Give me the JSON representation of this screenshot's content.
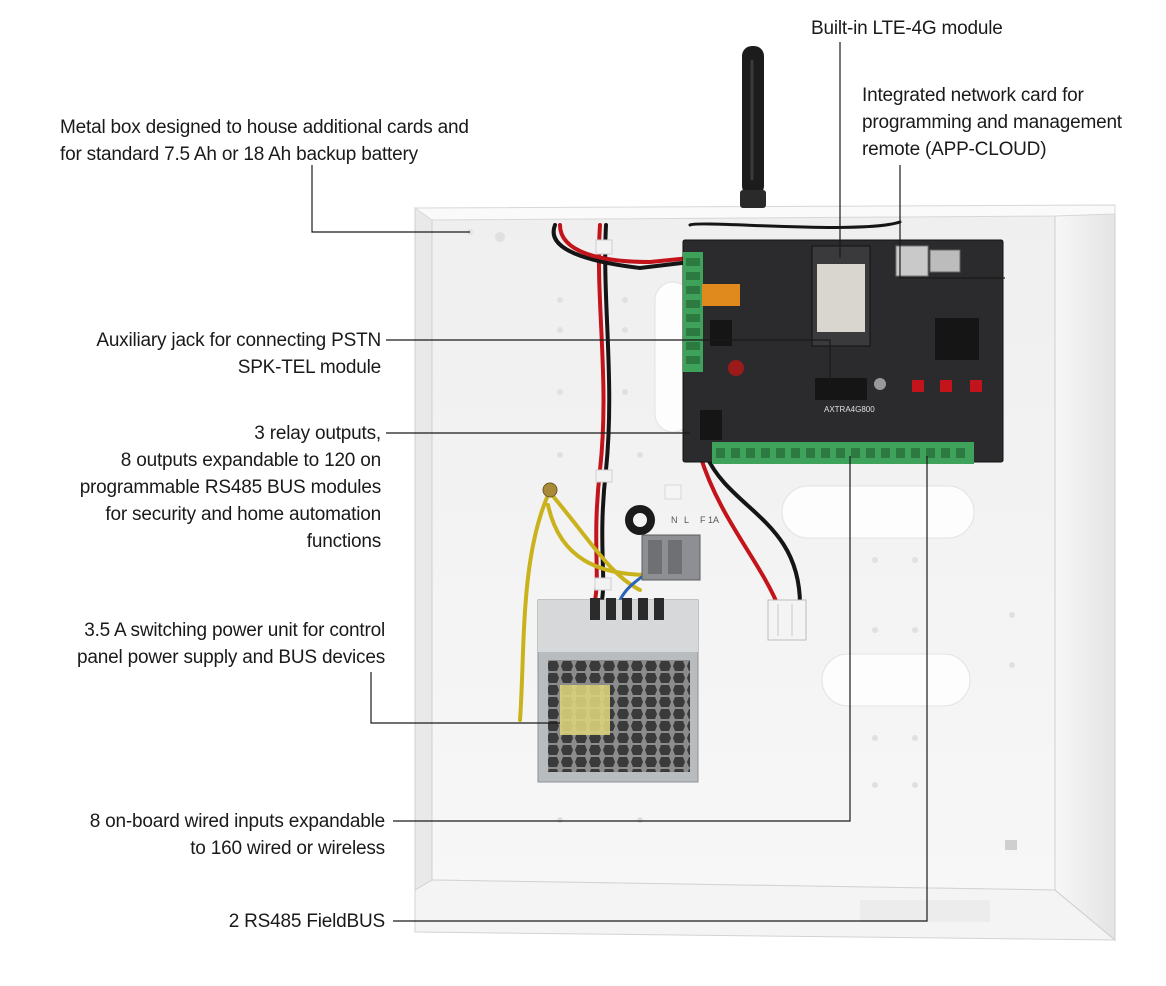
{
  "callouts": {
    "metal_box": [
      "Metal box designed to house additional cards and",
      "for standard 7.5 Ah or 18 Ah backup battery"
    ],
    "lte_module": [
      "Built-in LTE-4G module"
    ],
    "network_card": [
      "Integrated network card for",
      "programming and management",
      "remote (APP-CLOUD)"
    ],
    "aux_jack": [
      "Auxiliary jack for connecting PSTN",
      "SPK-TEL module"
    ],
    "relay_outputs": [
      "3 relay outputs,",
      "8 outputs expandable to 120 on",
      "programmable RS485 BUS modules",
      "for security and home automation",
      "functions"
    ],
    "power_unit": [
      "3.5 A switching power unit for control",
      "panel power supply and BUS devices"
    ],
    "wired_inputs": [
      "8 on-board wired inputs expandable",
      "to 160 wired or wireless"
    ],
    "fieldbus": [
      "2 RS485 FieldBUS"
    ]
  },
  "board": {
    "model_label": "AXTRA4G800"
  },
  "power_terminal": {
    "labels": [
      "N",
      "L",
      "F 1A"
    ]
  },
  "colors": {
    "enclosure": "#f3f3f3",
    "enclosure_edge": "#d8d8d8",
    "pcb": "#2b2b2d",
    "terminal_green": "#3fa25a",
    "wire_red": "#c3141b",
    "wire_black": "#151515",
    "wire_yellow": "#c9b21c",
    "leader_line": "#1a1a1a"
  }
}
